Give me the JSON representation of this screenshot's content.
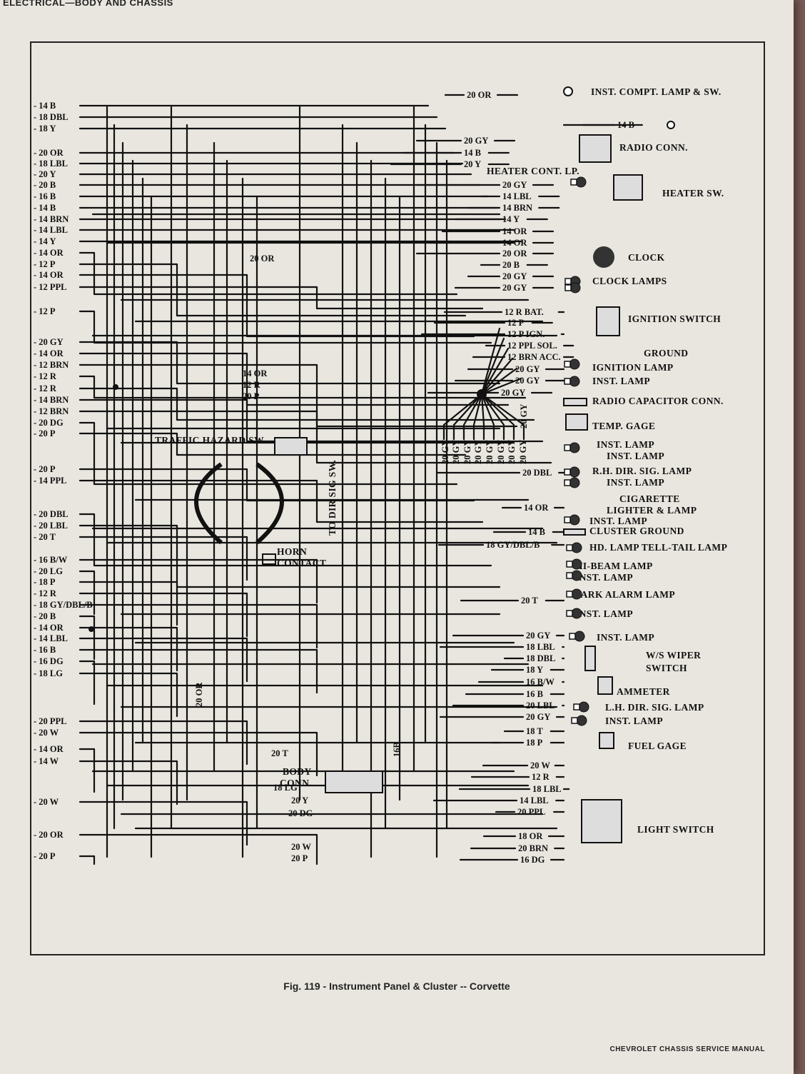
{
  "header": "ELECTRICAL—BODY AND CHASSIS",
  "caption": "Fig. 119 - Instrument Panel & Cluster -- Corvette",
  "footer": "CHEVROLET CHASSIS SERVICE MANUAL",
  "left_wires": [
    "14 B",
    "18 DBL",
    "18 Y",
    "20 OR",
    "18 LBL",
    "20 Y",
    "20 B",
    "16 B",
    "14 B",
    "14 BRN",
    "14 LBL",
    "14 Y",
    "14 OR",
    "12 P",
    "14 OR",
    "12 PPL",
    "12 P",
    "20 GY",
    "14 OR",
    "12 BRN",
    "12 R",
    "12 R",
    "14 BRN",
    "12 BRN",
    "20 DG",
    "20 P",
    "20 P",
    "14 PPL",
    "20 DBL",
    "20 LBL",
    "20 T",
    "16 B/W",
    "20 LG",
    "18 P",
    "12 R",
    "18 GY/DBL/B",
    "20 B",
    "14 OR",
    "14 LBL",
    "16 B",
    "16 DG",
    "18 LG",
    "20 PPL",
    "20 W",
    "14 OR",
    "14 W",
    "20 W",
    "20 OR",
    "20 P"
  ],
  "right_wires": [
    "20 OR",
    "14 B",
    "20 GY",
    "14 B",
    "20 Y",
    "20 GY",
    "14 LBL",
    "14 BRN",
    "14 Y",
    "14 OR",
    "14 OR",
    "20 OR",
    "20 B",
    "20 GY",
    "20 GY",
    "12 R BAT.",
    "12 P",
    "12 P IGN.",
    "12 PPL SOL.",
    "12 BRN ACC.",
    "20 GY",
    "20 GY",
    "20 GY",
    "20 DBL",
    "14 OR",
    "14 B",
    "18 GY/DBL/B",
    "20 T",
    "20 GY",
    "18 LBL",
    "18 DBL",
    "18 Y",
    "16 B/W",
    "16 B",
    "20 LBL",
    "20 GY",
    "18 T",
    "18 P",
    "20 W",
    "12 R",
    "18 LBL",
    "14 LBL",
    "20 PPL",
    "18 OR",
    "20 BRN",
    "16 DG"
  ],
  "mid_wires": [
    "20 OR",
    "14 OR",
    "12 R",
    "20 P",
    "20 T",
    "18 LG",
    "20 Y",
    "20 DG",
    "20 W",
    "20 P"
  ],
  "vertical_wires": [
    "20 GY",
    "20 GY",
    "20 GY",
    "20 GY",
    "20 GY",
    "20 GY",
    "20 GY",
    "20 GY",
    "20 GY",
    "20 OR",
    "16B"
  ],
  "components": [
    "INST. COMPT. LAMP & SW.",
    "RADIO CONN.",
    "HEATER CONT. LP.",
    "HEATER SW.",
    "CLOCK",
    "CLOCK LAMPS",
    "IGNITION SWITCH",
    "GROUND",
    "IGNITION LAMP",
    "INST. LAMP",
    "RADIO CAPACITOR CONN.",
    "TEMP. GAGE",
    "INST. LAMP",
    "INST. LAMP",
    "R.H. DIR. SIG. LAMP",
    "INST. LAMP",
    "CIGARETTE",
    "LIGHTER & LAMP",
    "INST. LAMP",
    "CLUSTER GROUND",
    "HD. LAMP TELL-TAIL LAMP",
    "HI-BEAM LAMP",
    "INST. LAMP",
    "PARK ALARM LAMP",
    "INST. LAMP",
    "INST. LAMP",
    "W/S WIPER",
    "SWITCH",
    "AMMETER",
    "L.H. DIR. SIG. LAMP",
    "INST. LAMP",
    "FUEL GAGE",
    "LIGHT SWITCH",
    "TRAFFIC HAZARD SW.",
    "TO DIR SIG SW.",
    "HORN",
    "CONTACT",
    "BODY",
    "CONN."
  ]
}
